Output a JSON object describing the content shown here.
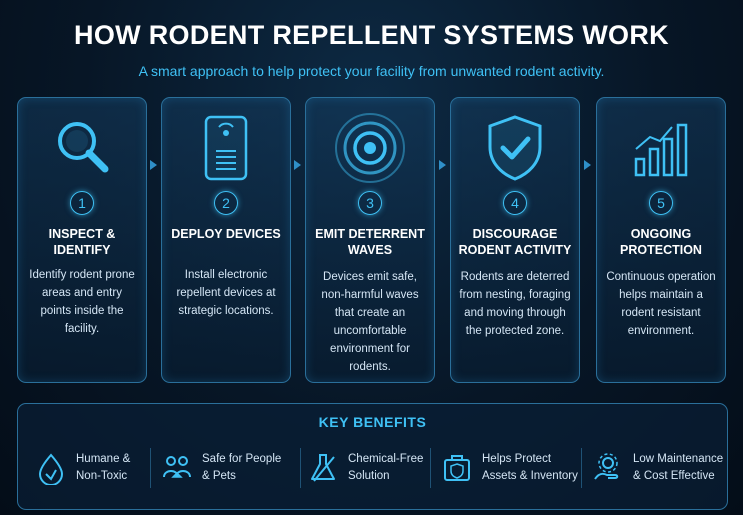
{
  "header": {
    "title": "HOW RODENT REPELLENT SYSTEMS WORK",
    "subtitle": "A smart approach to help protect your facility from unwanted rodent activity."
  },
  "steps": [
    {
      "number": "1",
      "title": "INSPECT & IDENTIFY",
      "description": "Identify rodent prone areas and entry points inside the facility.",
      "icon": "magnifier-icon"
    },
    {
      "number": "2",
      "title": "DEPLOY DEVICES",
      "description": "Install electronic repellent devices at strategic locations.",
      "icon": "device-icon"
    },
    {
      "number": "3",
      "title": "EMIT DETERRENT WAVES",
      "description": "Devices emit safe, non-harmful waves that create an uncomfortable environment for rodents.",
      "icon": "waves-icon"
    },
    {
      "number": "4",
      "title": "DISCOURAGE RODENT ACTIVITY",
      "description": "Rodents are deterred from nesting, foraging and moving through the protected zone.",
      "icon": "shield-check-icon"
    },
    {
      "number": "5",
      "title": "ONGOING PROTECTION",
      "description": "Continuous operation helps maintain a rodent resistant environment.",
      "icon": "bar-chart-icon"
    }
  ],
  "benefits": {
    "title": "KEY BENEFITS",
    "items": [
      {
        "label": "Humane &\nNon-Toxic",
        "icon": "leaf-drop-icon"
      },
      {
        "label": "Safe for People\n& Pets",
        "icon": "people-pets-icon"
      },
      {
        "label": "Chemical-Free\nSolution",
        "icon": "flask-icon"
      },
      {
        "label": "Helps Protect\nAssets & Inventory",
        "icon": "box-shield-icon"
      },
      {
        "label": "Low Maintenance\n& Cost Effective",
        "icon": "gear-hand-icon"
      }
    ]
  },
  "colors": {
    "accent": "#3fc1f5",
    "border": "#2a6f9a",
    "background": "#071626"
  }
}
